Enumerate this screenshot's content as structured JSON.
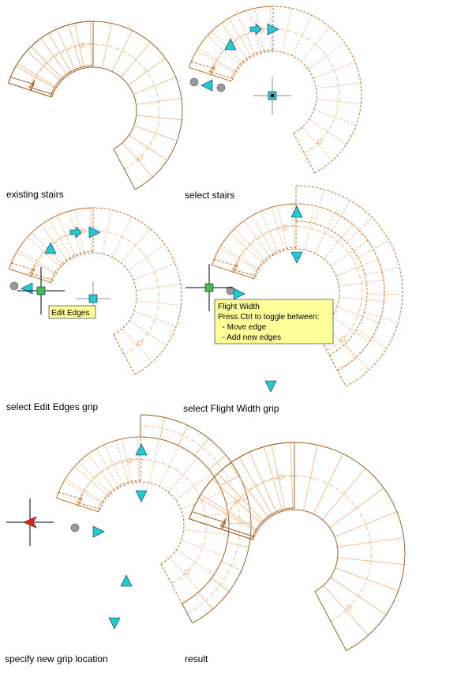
{
  "colors": {
    "stair_outline": "#a0622a",
    "stair_dashed": "#c8702a",
    "stair_tread": "#f4b07c",
    "grip_cyan": "#22cccc",
    "grip_green": "#44bb55",
    "grip_gray": "#9a9a9a",
    "grip_red": "#dd2222",
    "tooltip_bg": "#ffff99",
    "crosshair": "#000000"
  },
  "panels": [
    {
      "id": "existing-stairs",
      "caption": "existing stairs"
    },
    {
      "id": "select-stairs",
      "caption": "select stairs"
    },
    {
      "id": "select-edit-edges-grip",
      "caption": "select Edit Edges grip",
      "tooltip": "Edit Edges"
    },
    {
      "id": "select-flight-width-grip",
      "caption": "select Flight Width grip",
      "tooltip_lines": [
        "Flight Width",
        "Press Ctrl to toggle between:",
        "  - Move edge",
        "  - Add new edges"
      ]
    },
    {
      "id": "specify-new-grip-location",
      "caption": "specify new grip location"
    },
    {
      "id": "result",
      "caption": "result"
    }
  ]
}
